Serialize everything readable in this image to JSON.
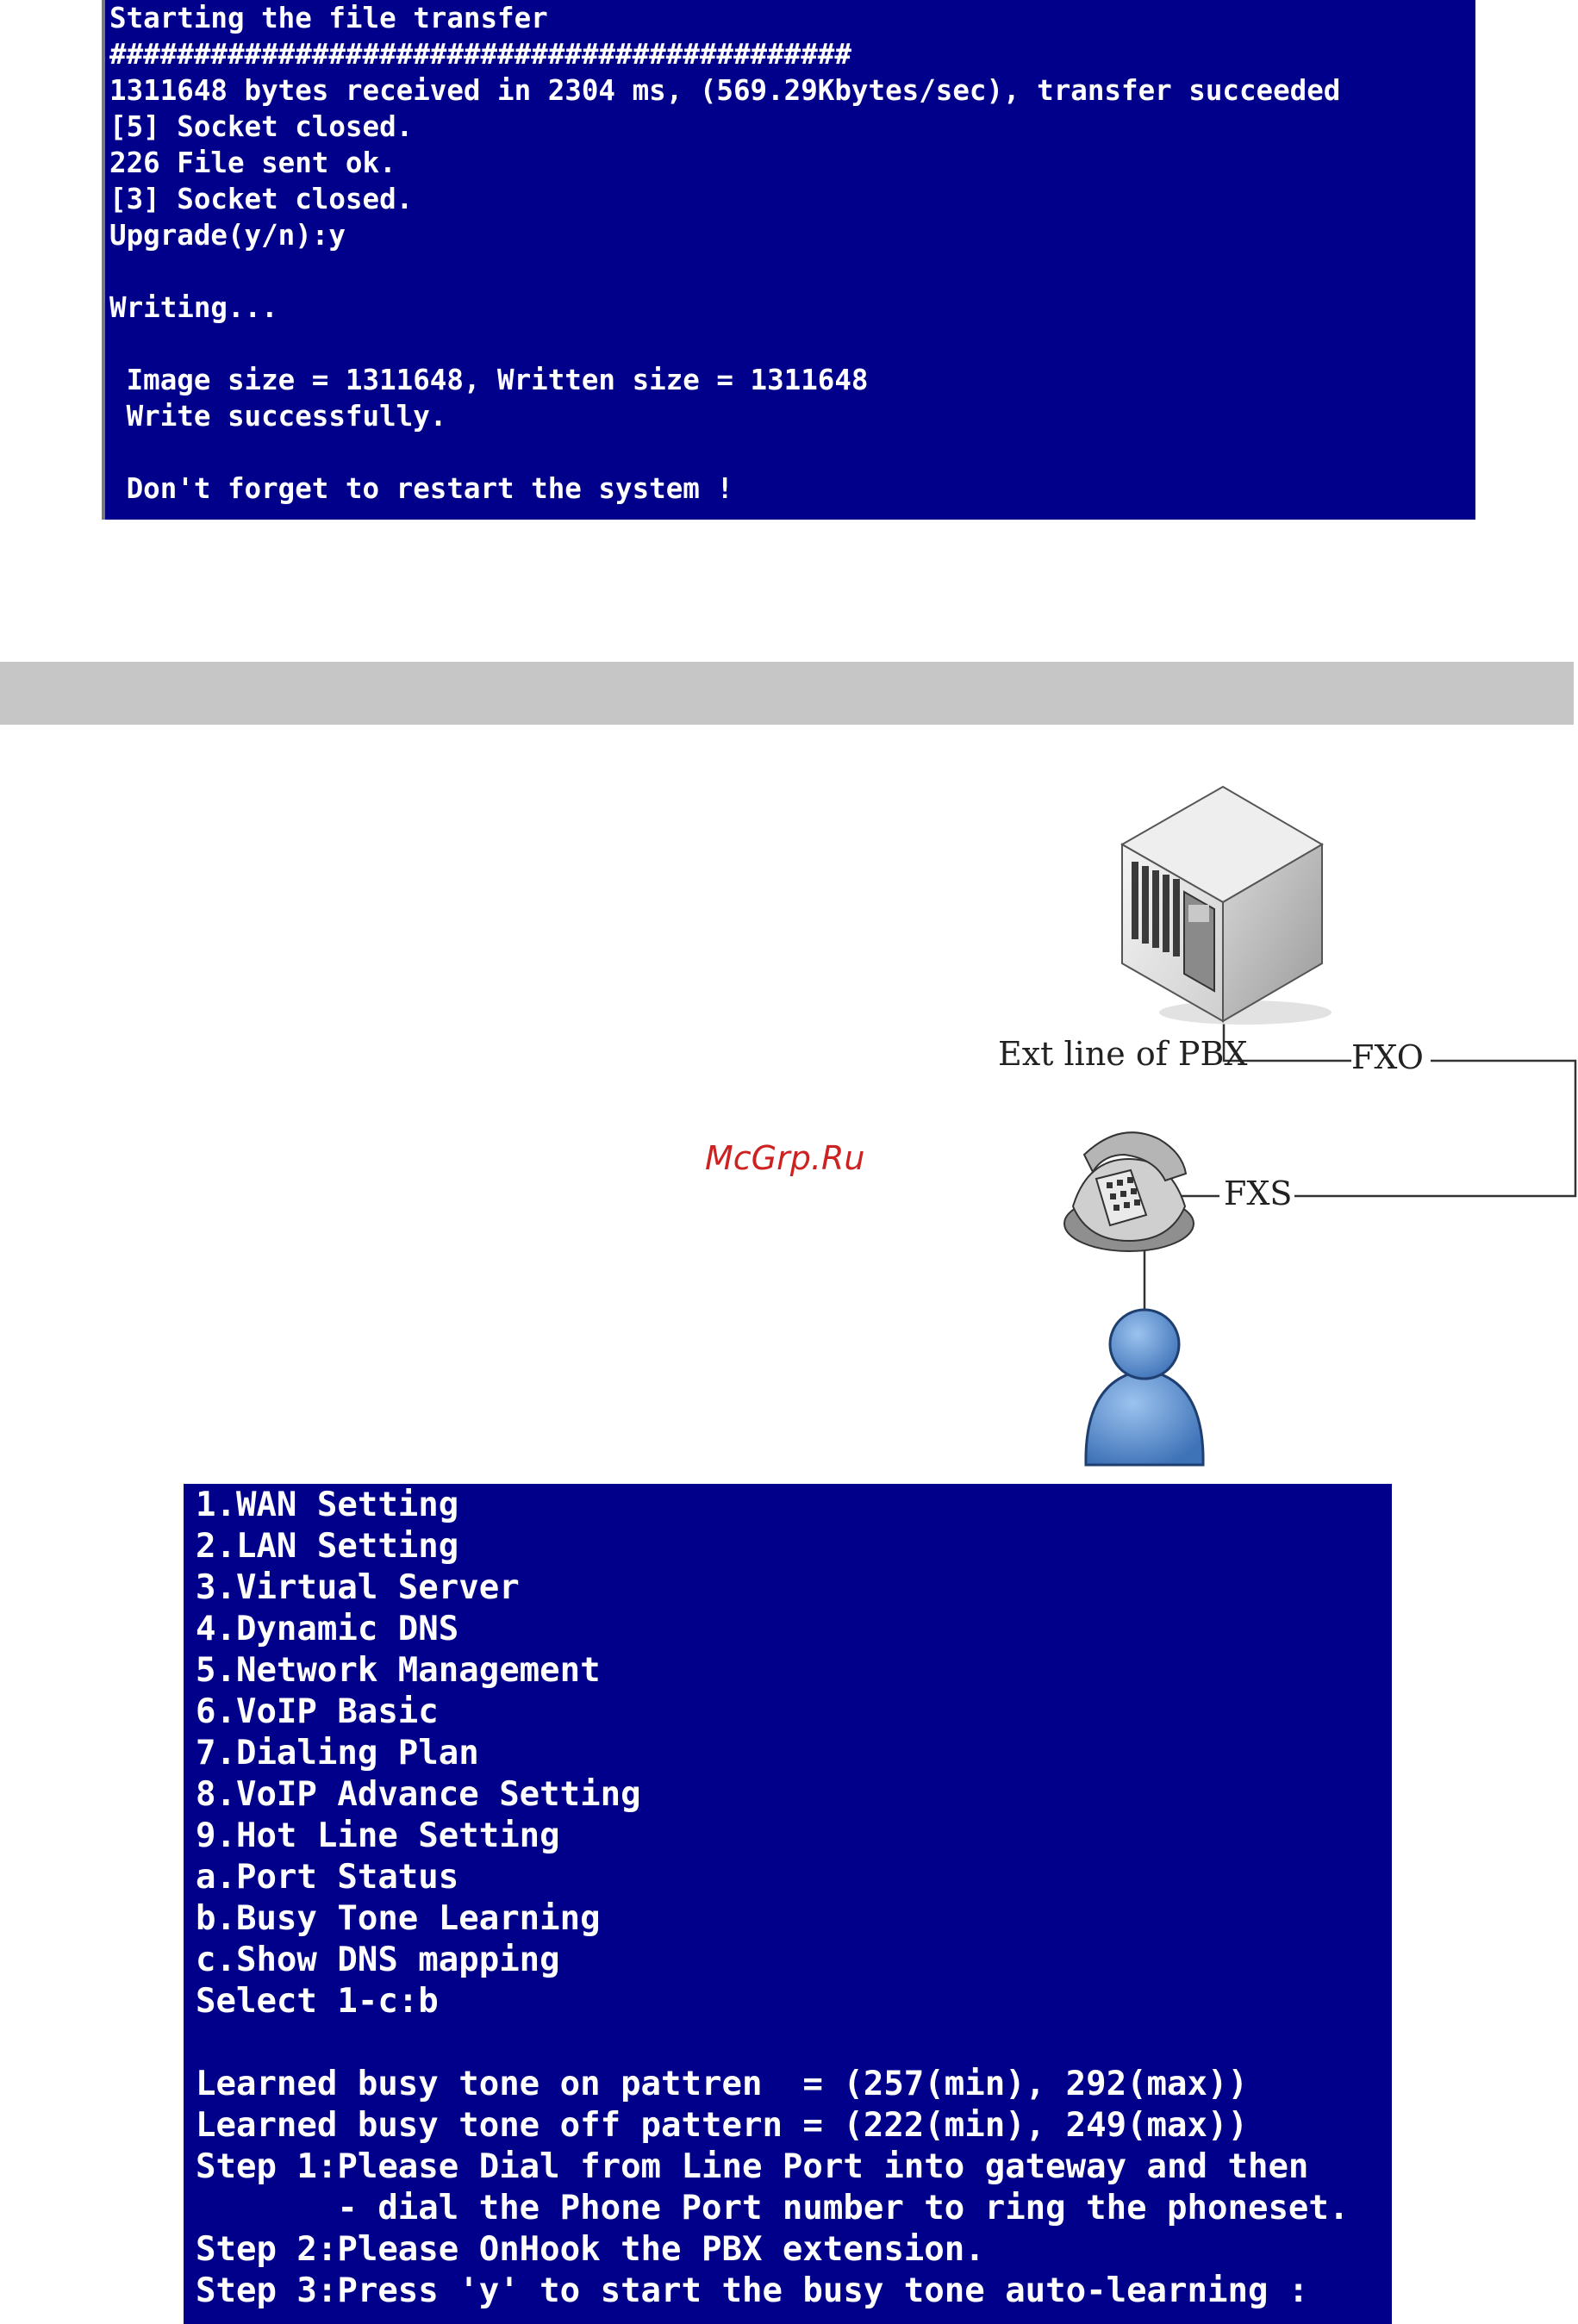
{
  "console_top": {
    "lines": [
      "Starting the file transfer",
      "############################################",
      "1311648 bytes received in 2304 ms, (569.29Kbytes/sec), transfer succeeded",
      "[5] Socket closed.",
      "226 File sent ok.",
      "[3] Socket closed.",
      "Upgrade(y/n):y",
      "",
      "Writing...",
      "",
      " Image size = 1311648, Written size = 1311648",
      " Write successfully.",
      "",
      " Don't forget to restart the system !"
    ]
  },
  "diagram": {
    "pbx_label": "Ext line of PBX",
    "fxo_label": "FXO",
    "fxs_label": "FXS",
    "icons": [
      "pbx-server-icon",
      "telephone-icon",
      "user-icon"
    ]
  },
  "watermark": "McGrp.Ru",
  "console_bottom": {
    "lines": [
      "1.WAN Setting",
      "2.LAN Setting",
      "3.Virtual Server",
      "4.Dynamic DNS",
      "5.Network Management",
      "6.VoIP Basic",
      "7.Dialing Plan",
      "8.VoIP Advance Setting",
      "9.Hot Line Setting",
      "a.Port Status",
      "b.Busy Tone Learning",
      "c.Show DNS mapping",
      "Select 1-c:b",
      "",
      "Learned busy tone on pattren  = (257(min), 292(max))",
      "Learned busy tone off pattern = (222(min), 249(max))",
      "Step 1:Please Dial from Line Port into gateway and then",
      "       - dial the Phone Port number to ring the phoneset.",
      "Step 2:Please OnHook the PBX extension.",
      "Step 3:Press 'y' to start the busy tone auto-learning :"
    ]
  },
  "colors": {
    "console_bg": "#00008b",
    "console_text": "#ffffff",
    "band": "#c6c6c6",
    "watermark": "#cc2222",
    "person_fill": "#5b8fd0"
  }
}
